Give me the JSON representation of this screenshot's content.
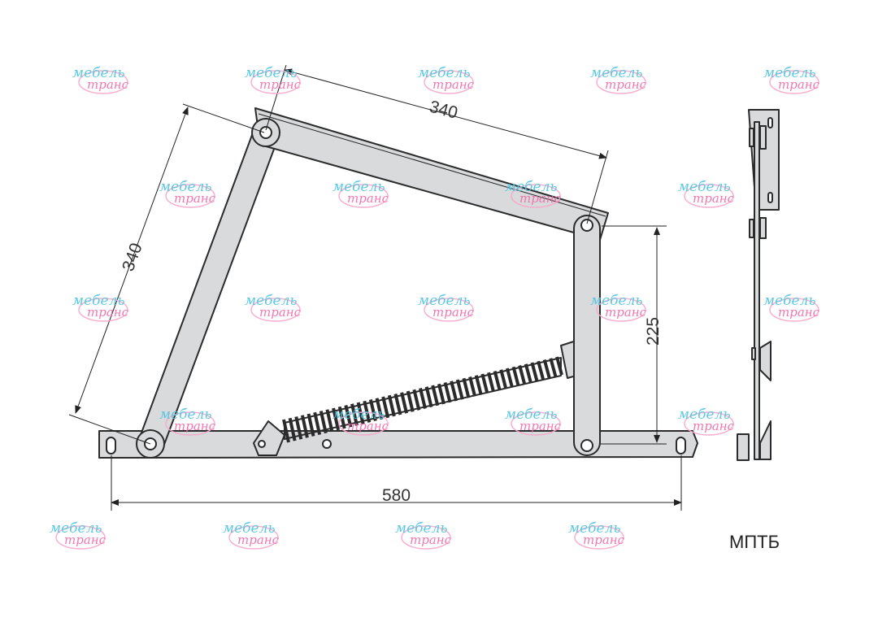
{
  "title": "МПТБ",
  "dimensions": {
    "top_bar_length": "340",
    "left_arm_length": "340",
    "height": "225",
    "base_length": "580"
  },
  "watermark": {
    "line1": "мебель",
    "line2": "транс"
  },
  "colors": {
    "metal": "#d9dadb",
    "outline": "#2b2b2b",
    "watermark_blue": "#4fc3e0",
    "watermark_pink": "#f06aa8"
  }
}
